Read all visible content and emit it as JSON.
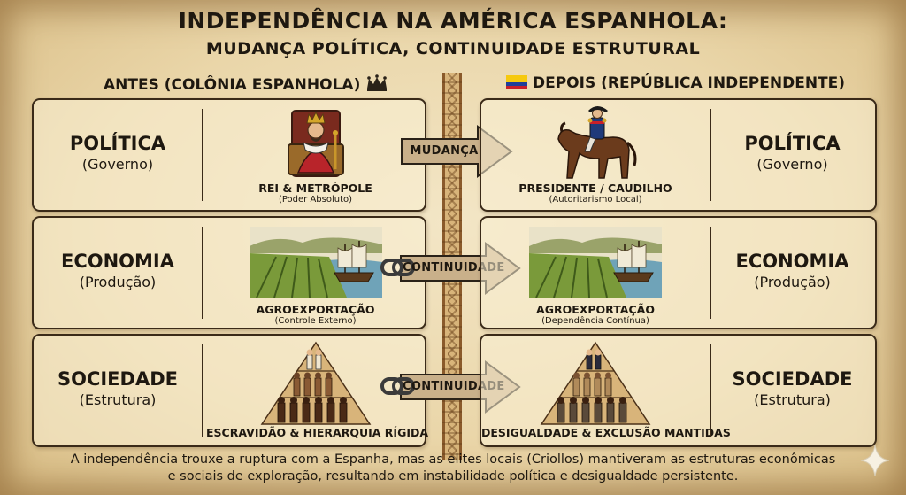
{
  "title": {
    "line1": "INDEPENDÊNCIA NA AMÉRICA ESPANHOLA:",
    "line2": "MUDANÇA POLÍTICA, CONTINUIDADE ESTRUTURAL"
  },
  "columns": {
    "before": "ANTES (COLÔNIA ESPANHOLA)",
    "after": "DEPOIS (REPÚBLICA INDEPENDENTE)"
  },
  "rows": [
    {
      "label": "POLÍTICA",
      "sublabel": "(Governo)",
      "before_caption": "REI & METRÓPOLE",
      "before_subcaption": "(Poder Absoluto)",
      "arrow": "MUDANÇA",
      "after_caption": "PRESIDENTE / CAUDILHO",
      "after_subcaption": "(Autoritarismo Local)"
    },
    {
      "label": "ECONOMIA",
      "sublabel": "(Produção)",
      "before_caption": "AGROEXPORTAÇÃO",
      "before_subcaption": "(Controle Externo)",
      "arrow": "CONTINUIDADE",
      "after_caption": "AGROEXPORTAÇÃO",
      "after_subcaption": "(Dependência Contínua)"
    },
    {
      "label": "SOCIEDADE",
      "sublabel": "(Estrutura)",
      "before_caption": "ESCRAVIDÃO & HIERARQUIA RÍGIDA",
      "before_subcaption": "",
      "arrow": "CONTINUIDADE",
      "after_caption": "DESIGUALDADE & EXCLUSÃO MANTIDAS",
      "after_subcaption": ""
    }
  ],
  "footer": {
    "line1": "A independência trouxe a ruptura com a Espanha, mas as elites locais (Criollos) mantiveram as estruturas econômicas",
    "line2": "e sociais de exploração, resultando em instabilidade política e desigualdade persistente."
  },
  "icons": [
    "crown-icon",
    "colombia-flag-icon",
    "chain-link-icon",
    "sparkle-icon"
  ],
  "colors": {
    "parchment": "#ead6a9",
    "ink": "#1e1810",
    "arrow_fill": "#c9b08a"
  }
}
